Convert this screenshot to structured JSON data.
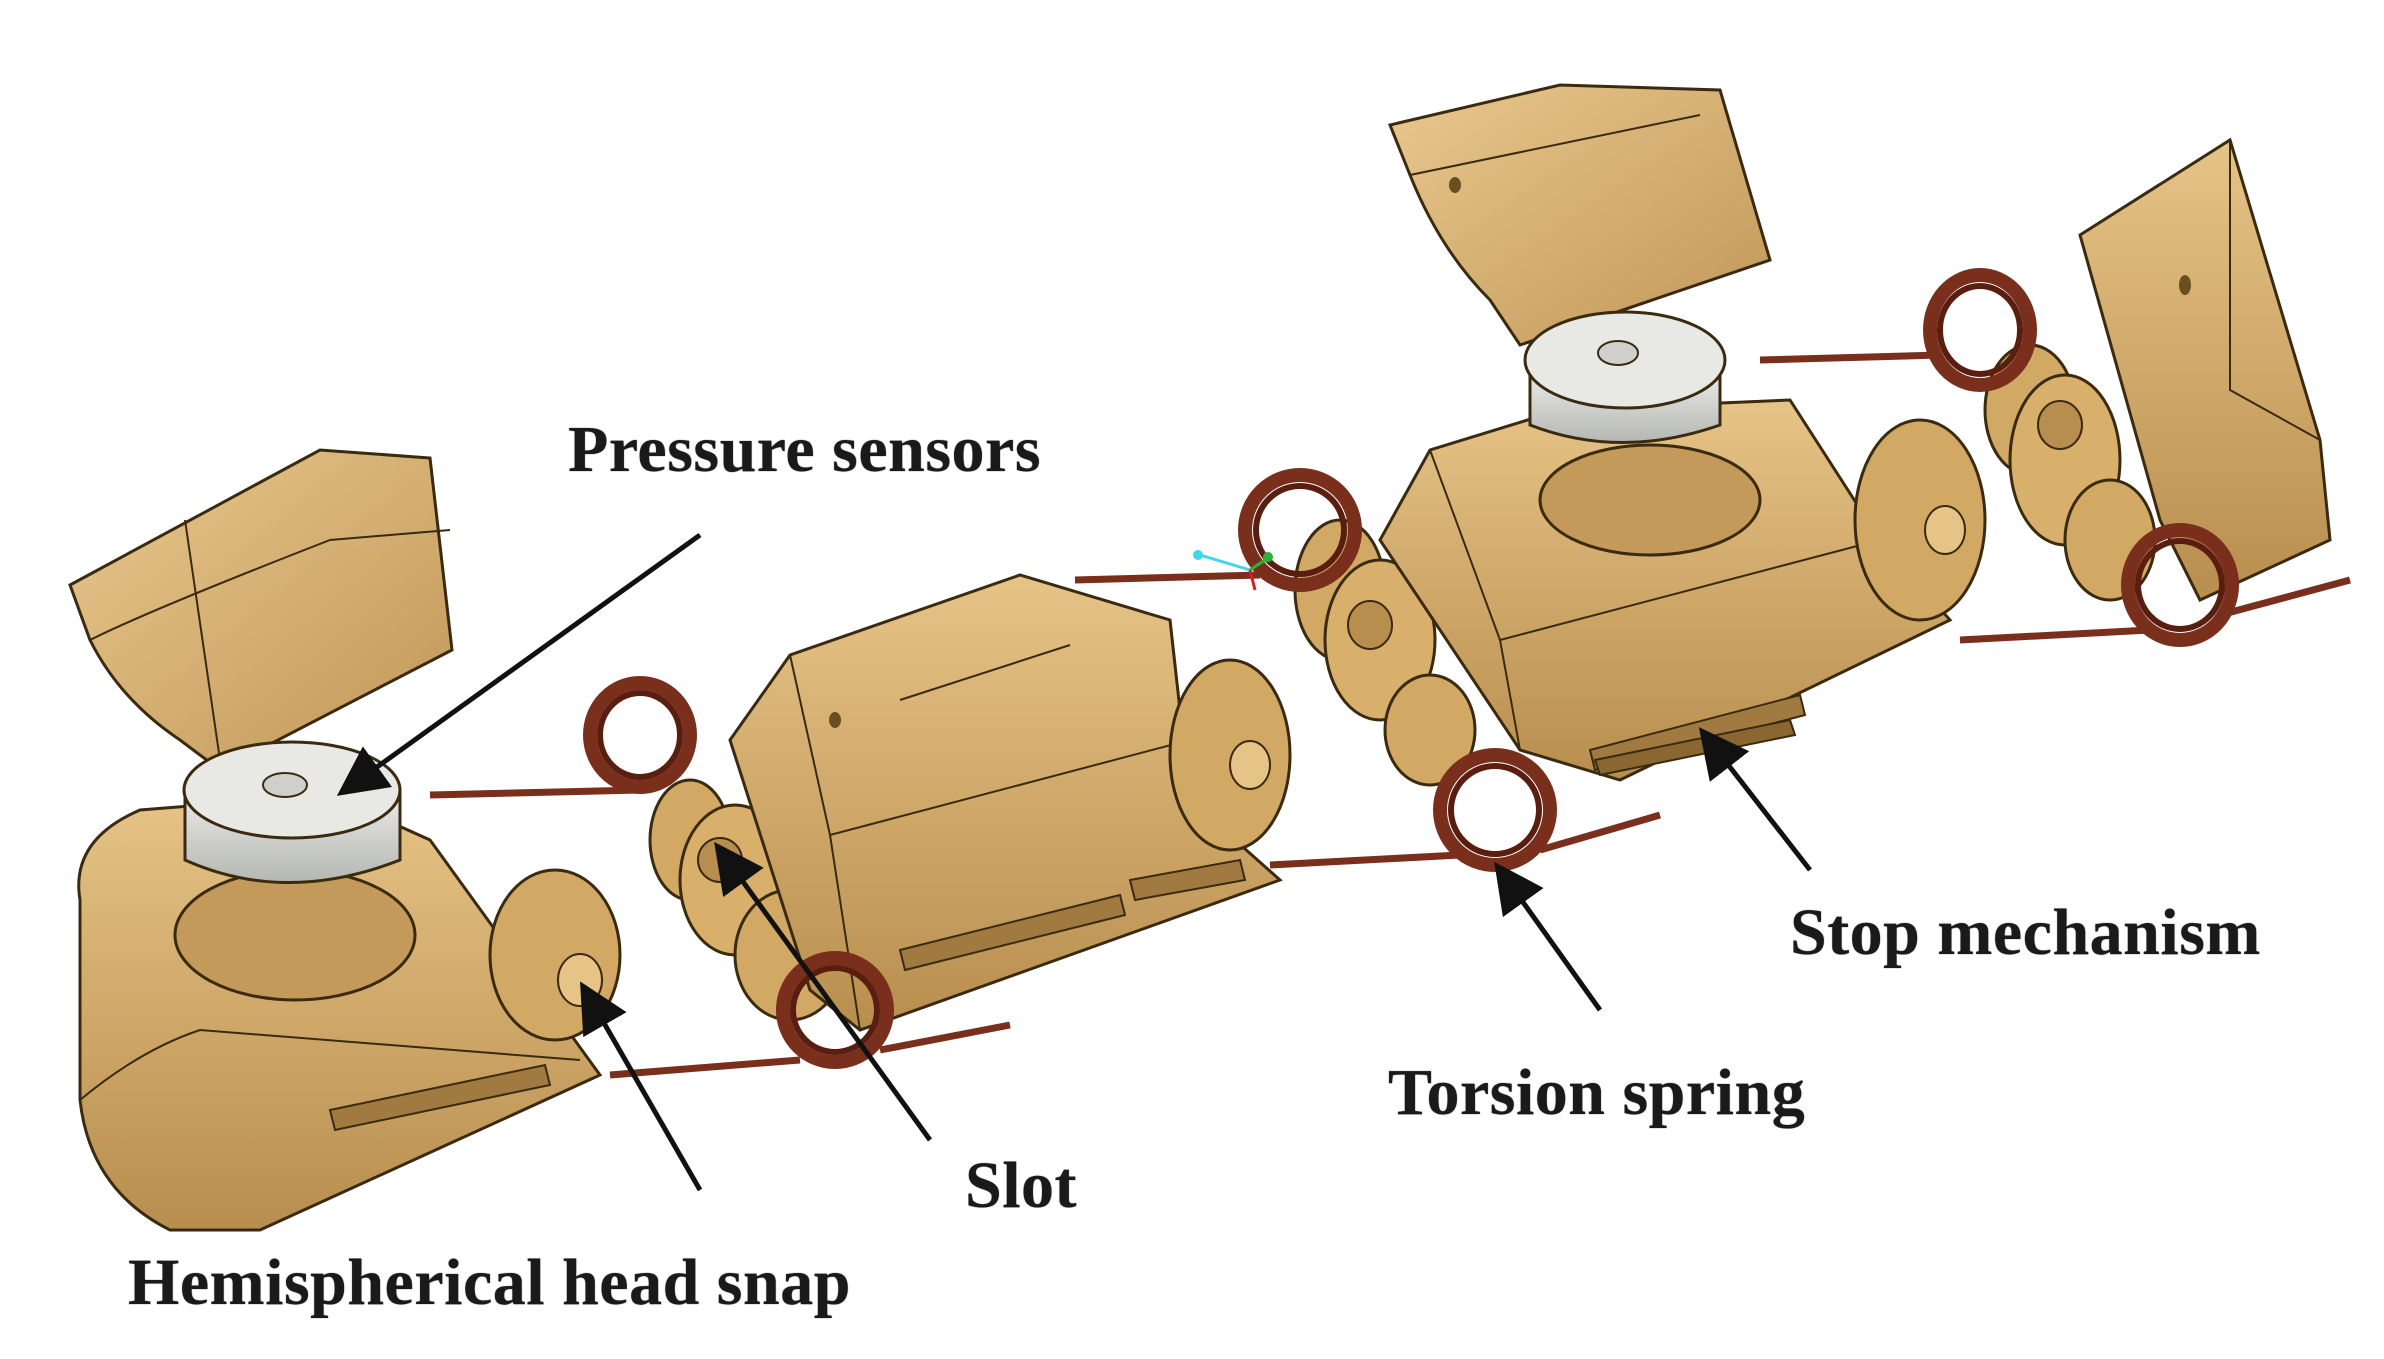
{
  "labels": {
    "pressure_sensors": "Pressure sensors",
    "slot": "Slot",
    "hemispherical_head_snap": "Hemispherical head snap",
    "torsion_spring": "Torsion spring",
    "stop_mechanism": "Stop mechanism"
  },
  "colors": {
    "body": "#d2a865",
    "body_light": "#e3bf80",
    "body_dark": "#a87f42",
    "outline": "#3a2a10",
    "sensor": "#d4d5d0",
    "sensor_dark": "#a9aba5",
    "spring": "#7a2e1c",
    "arrow": "#111111"
  }
}
